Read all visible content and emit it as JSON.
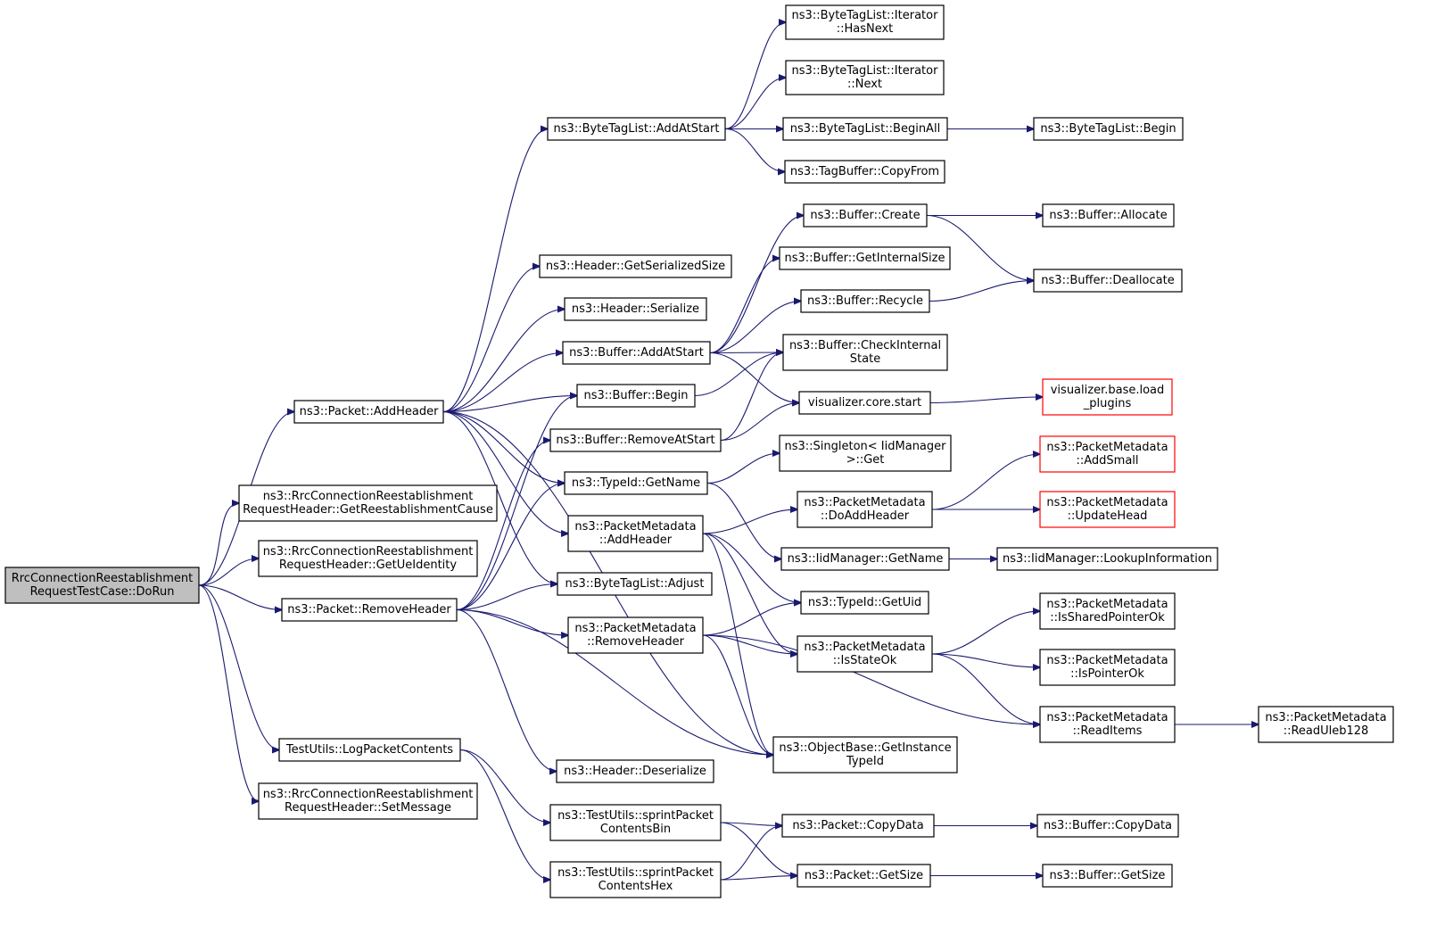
{
  "nodes": [
    {
      "id": "doRun",
      "lines": [
        "RrcConnectionReestablishment",
        "RequestTestCase::DoRun"
      ],
      "root": true
    },
    {
      "id": "pktAddHeader",
      "lines": [
        "ns3::Packet::AddHeader"
      ]
    },
    {
      "id": "getReestCause",
      "lines": [
        "ns3::RrcConnectionReestablishment",
        "RequestHeader::GetReestablishmentCause"
      ]
    },
    {
      "id": "getUeId",
      "lines": [
        "ns3::RrcConnectionReestablishment",
        "RequestHeader::GetUeIdentity"
      ]
    },
    {
      "id": "pktRemoveHeader",
      "lines": [
        "ns3::Packet::RemoveHeader"
      ]
    },
    {
      "id": "logPkt",
      "lines": [
        "TestUtils::LogPacketContents"
      ]
    },
    {
      "id": "setMessage",
      "lines": [
        "ns3::RrcConnectionReestablishment",
        "RequestHeader::SetMessage"
      ]
    },
    {
      "id": "btlAddAtStart",
      "lines": [
        "ns3::ByteTagList::AddAtStart"
      ]
    },
    {
      "id": "hdrGetSerSize",
      "lines": [
        "ns3::Header::GetSerializedSize"
      ]
    },
    {
      "id": "hdrSerialize",
      "lines": [
        "ns3::Header::Serialize"
      ]
    },
    {
      "id": "bufAddAtStart",
      "lines": [
        "ns3::Buffer::AddAtStart"
      ]
    },
    {
      "id": "bufBegin",
      "lines": [
        "ns3::Buffer::Begin"
      ]
    },
    {
      "id": "bufRemoveAtStart",
      "lines": [
        "ns3::Buffer::RemoveAtStart"
      ]
    },
    {
      "id": "typeGetName",
      "lines": [
        "ns3::TypeId::GetName"
      ]
    },
    {
      "id": "pmAddHeader",
      "lines": [
        "ns3::PacketMetadata",
        "::AddHeader"
      ]
    },
    {
      "id": "btlAdjust",
      "lines": [
        "ns3::ByteTagList::Adjust"
      ]
    },
    {
      "id": "pmRemoveHeader",
      "lines": [
        "ns3::PacketMetadata",
        "::RemoveHeader"
      ]
    },
    {
      "id": "hdrDeserialize",
      "lines": [
        "ns3::Header::Deserialize"
      ]
    },
    {
      "id": "sprintBin",
      "lines": [
        "ns3::TestUtils::sprintPacket",
        "ContentsBin"
      ]
    },
    {
      "id": "sprintHex",
      "lines": [
        "ns3::TestUtils::sprintPacket",
        "ContentsHex"
      ]
    },
    {
      "id": "itHasNext",
      "lines": [
        "ns3::ByteTagList::Iterator",
        "::HasNext"
      ]
    },
    {
      "id": "itNext",
      "lines": [
        "ns3::ByteTagList::Iterator",
        "::Next"
      ]
    },
    {
      "id": "btlBeginAll",
      "lines": [
        "ns3::ByteTagList::BeginAll"
      ]
    },
    {
      "id": "tbCopyFrom",
      "lines": [
        "ns3::TagBuffer::CopyFrom"
      ]
    },
    {
      "id": "bufCreate",
      "lines": [
        "ns3::Buffer::Create"
      ]
    },
    {
      "id": "bufGetInternalSize",
      "lines": [
        "ns3::Buffer::GetInternalSize"
      ]
    },
    {
      "id": "bufRecycle",
      "lines": [
        "ns3::Buffer::Recycle"
      ]
    },
    {
      "id": "bufCheckInternal",
      "lines": [
        "ns3::Buffer::CheckInternal",
        "State"
      ]
    },
    {
      "id": "vizStart",
      "lines": [
        "visualizer.core.start"
      ]
    },
    {
      "id": "singletonGet",
      "lines": [
        "ns3::Singleton< IidManager",
        ">::Get"
      ]
    },
    {
      "id": "pmDoAddHeader",
      "lines": [
        "ns3::PacketMetadata",
        "::DoAddHeader"
      ]
    },
    {
      "id": "iidGetName",
      "lines": [
        "ns3::IidManager::GetName"
      ]
    },
    {
      "id": "typeGetUid",
      "lines": [
        "ns3::TypeId::GetUid"
      ]
    },
    {
      "id": "pmIsStateOk",
      "lines": [
        "ns3::PacketMetadata",
        "::IsStateOk"
      ]
    },
    {
      "id": "objGetInstTypeId",
      "lines": [
        "ns3::ObjectBase::GetInstance",
        "TypeId"
      ]
    },
    {
      "id": "pktCopyData",
      "lines": [
        "ns3::Packet::CopyData"
      ]
    },
    {
      "id": "pktGetSize",
      "lines": [
        "ns3::Packet::GetSize"
      ]
    },
    {
      "id": "btlBegin",
      "lines": [
        "ns3::ByteTagList::Begin"
      ]
    },
    {
      "id": "bufAllocate",
      "lines": [
        "ns3::Buffer::Allocate"
      ]
    },
    {
      "id": "bufDeallocate",
      "lines": [
        "ns3::Buffer::Deallocate"
      ]
    },
    {
      "id": "vizLoadPlugins",
      "lines": [
        "visualizer.base.load",
        "_plugins"
      ],
      "red": true
    },
    {
      "id": "pmAddSmall",
      "lines": [
        "ns3::PacketMetadata",
        "::AddSmall"
      ],
      "red": true
    },
    {
      "id": "pmUpdateHead",
      "lines": [
        "ns3::PacketMetadata",
        "::UpdateHead"
      ],
      "red": true
    },
    {
      "id": "iidLookup",
      "lines": [
        "ns3::IidManager::LookupInformation"
      ]
    },
    {
      "id": "pmIsSharedPtrOk",
      "lines": [
        "ns3::PacketMetadata",
        "::IsSharedPointerOk"
      ]
    },
    {
      "id": "pmIsPtrOk",
      "lines": [
        "ns3::PacketMetadata",
        "::IsPointerOk"
      ]
    },
    {
      "id": "pmReadItems",
      "lines": [
        "ns3::PacketMetadata",
        "::ReadItems"
      ]
    },
    {
      "id": "pmReadUleb",
      "lines": [
        "ns3::PacketMetadata",
        "::ReadUleb128"
      ]
    },
    {
      "id": "bufCopyData",
      "lines": [
        "ns3::Buffer::CopyData"
      ]
    },
    {
      "id": "bufGetSize",
      "lines": [
        "ns3::Buffer::GetSize"
      ]
    }
  ],
  "edges": [
    [
      "doRun",
      "pktAddHeader"
    ],
    [
      "doRun",
      "getReestCause"
    ],
    [
      "doRun",
      "getUeId"
    ],
    [
      "doRun",
      "pktRemoveHeader"
    ],
    [
      "doRun",
      "logPkt"
    ],
    [
      "doRun",
      "setMessage"
    ],
    [
      "pktAddHeader",
      "btlAddAtStart"
    ],
    [
      "pktAddHeader",
      "hdrGetSerSize"
    ],
    [
      "pktAddHeader",
      "hdrSerialize"
    ],
    [
      "pktAddHeader",
      "bufAddAtStart"
    ],
    [
      "pktAddHeader",
      "bufBegin"
    ],
    [
      "pktAddHeader",
      "typeGetName"
    ],
    [
      "pktAddHeader",
      "pmAddHeader"
    ],
    [
      "pktAddHeader",
      "btlAdjust"
    ],
    [
      "pktAddHeader",
      "objGetInstTypeId"
    ],
    [
      "pktRemoveHeader",
      "bufBegin"
    ],
    [
      "pktRemoveHeader",
      "bufRemoveAtStart"
    ],
    [
      "pktRemoveHeader",
      "typeGetName"
    ],
    [
      "pktRemoveHeader",
      "btlAdjust"
    ],
    [
      "pktRemoveHeader",
      "pmRemoveHeader"
    ],
    [
      "pktRemoveHeader",
      "hdrDeserialize"
    ],
    [
      "pktRemoveHeader",
      "objGetInstTypeId"
    ],
    [
      "logPkt",
      "sprintBin"
    ],
    [
      "logPkt",
      "sprintHex"
    ],
    [
      "btlAddAtStart",
      "itHasNext"
    ],
    [
      "btlAddAtStart",
      "itNext"
    ],
    [
      "btlAddAtStart",
      "btlBeginAll"
    ],
    [
      "btlAddAtStart",
      "tbCopyFrom"
    ],
    [
      "btlBeginAll",
      "btlBegin"
    ],
    [
      "bufAddAtStart",
      "bufCreate"
    ],
    [
      "bufAddAtStart",
      "bufGetInternalSize"
    ],
    [
      "bufAddAtStart",
      "bufRecycle"
    ],
    [
      "bufAddAtStart",
      "bufCheckInternal"
    ],
    [
      "bufAddAtStart",
      "vizStart"
    ],
    [
      "bufCreate",
      "bufAllocate"
    ],
    [
      "bufCreate",
      "bufDeallocate"
    ],
    [
      "bufRecycle",
      "bufDeallocate"
    ],
    [
      "bufBegin",
      "bufCheckInternal"
    ],
    [
      "bufRemoveAtStart",
      "bufCheckInternal"
    ],
    [
      "bufRemoveAtStart",
      "vizStart"
    ],
    [
      "vizStart",
      "vizLoadPlugins"
    ],
    [
      "typeGetName",
      "singletonGet"
    ],
    [
      "typeGetName",
      "iidGetName"
    ],
    [
      "iidGetName",
      "iidLookup"
    ],
    [
      "pmAddHeader",
      "pmDoAddHeader"
    ],
    [
      "pmAddHeader",
      "typeGetUid"
    ],
    [
      "pmAddHeader",
      "pmIsStateOk"
    ],
    [
      "pmAddHeader",
      "objGetInstTypeId"
    ],
    [
      "pmDoAddHeader",
      "pmAddSmall"
    ],
    [
      "pmDoAddHeader",
      "pmUpdateHead"
    ],
    [
      "pmRemoveHeader",
      "typeGetUid"
    ],
    [
      "pmRemoveHeader",
      "pmIsStateOk"
    ],
    [
      "pmRemoveHeader",
      "objGetInstTypeId"
    ],
    [
      "pmRemoveHeader",
      "pmReadItems"
    ],
    [
      "pmIsStateOk",
      "pmIsSharedPtrOk"
    ],
    [
      "pmIsStateOk",
      "pmIsPtrOk"
    ],
    [
      "pmIsStateOk",
      "pmReadItems"
    ],
    [
      "pmReadItems",
      "pmReadUleb"
    ],
    [
      "sprintBin",
      "pktCopyData"
    ],
    [
      "sprintBin",
      "pktGetSize"
    ],
    [
      "sprintHex",
      "pktCopyData"
    ],
    [
      "sprintHex",
      "pktGetSize"
    ],
    [
      "pktCopyData",
      "bufCopyData"
    ],
    [
      "pktGetSize",
      "bufGetSize"
    ]
  ]
}
